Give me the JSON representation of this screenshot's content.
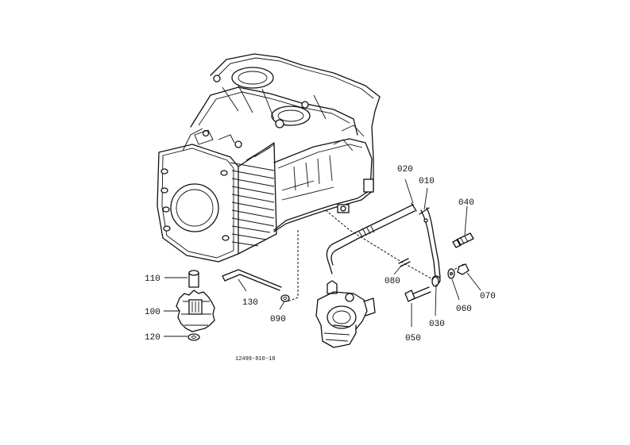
{
  "diagram": {
    "part_labels": {
      "p010": "010",
      "p020": "020",
      "p030": "030",
      "p040": "040",
      "p050": "050",
      "p060": "060",
      "p070": "070",
      "p080": "080",
      "p090": "090",
      "p100": "100",
      "p110": "110",
      "p120": "120",
      "p130": "130"
    },
    "drawing_number": "12499-810-18"
  }
}
